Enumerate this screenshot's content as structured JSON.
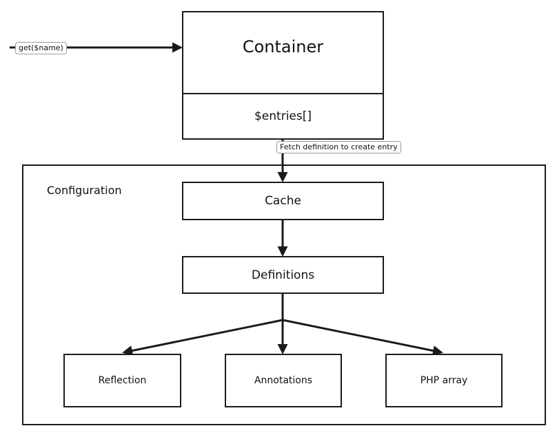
{
  "entry_call": {
    "label": "get($name)"
  },
  "container": {
    "title": "Container",
    "entries_label": "$entries[]"
  },
  "fetch_note": {
    "label": "Fetch definition to create entry"
  },
  "configuration": {
    "title": "Configuration",
    "cache": {
      "label": "Cache"
    },
    "definitions": {
      "label": "Definitions"
    },
    "sources": [
      {
        "label": "Reflection"
      },
      {
        "label": "Annotations"
      },
      {
        "label": "PHP array"
      }
    ]
  },
  "style": {
    "stroke_color": "#1a1a1a",
    "pill_border_color": "#9a9a9a"
  }
}
